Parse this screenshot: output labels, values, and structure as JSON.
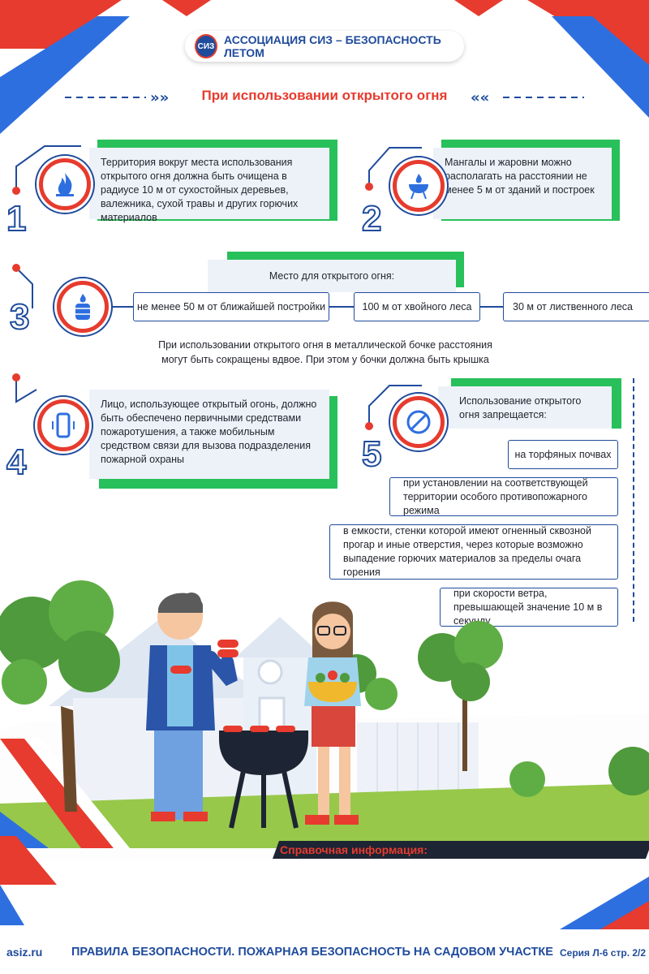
{
  "header": {
    "logo_text": "СИЗ",
    "title": "АССОЦИАЦИЯ СИЗ – БЕЗОПАСНОСТЬ ЛЕТОМ",
    "section_title": "При использовании открытого огня"
  },
  "items": [
    {
      "number": "1",
      "icon": "fire-icon",
      "text": "Территория вокруг места использования открытого огня должна быть очищена в радиусе 10 м от сухостойных деревьев, валежника, сухой травы и других горючих материалов"
    },
    {
      "number": "2",
      "icon": "grill-icon",
      "text": "Мангалы и жаровни можно располагать на расстоянии не менее 5 м от зданий и построек"
    },
    {
      "number": "3",
      "icon": "barrel-fire-icon",
      "text": "Место для открытого огня:"
    },
    {
      "number": "4",
      "icon": "phone-icon",
      "text": "Лицо, использующее открытый огонь, должно быть обеспечено первичными средствами пожаротушения, а также мобильным средством связи для вызова подразделения пожарной охраны"
    },
    {
      "number": "5",
      "icon": "prohibited-icon",
      "text": "Использование открытого огня запрещается:"
    }
  ],
  "distances": [
    "не менее 50 м от ближайшей постройки",
    "100 м от хвойного леса",
    "30 м от лиственного леса"
  ],
  "barrel_note": "При использовании открытого огня в металлической бочке расстояния могут быть сокращены вдвое. При этом у бочки должна быть крышка",
  "prohibitions": [
    "на торфяных почвах",
    "при установлении на соответствующей территории особого противопожарного режима",
    "в емкости, стенки которой имеют огненный сквозной прогар и иные отверстия, через которые возможно выпадение горючих материалов за пределы очага горения",
    "при скорости ветра, превышающей значение 10 м в секунду"
  ],
  "reference": "Справочная информация:",
  "footer": {
    "site": "asiz.ru",
    "title": "ПРАВИЛА БЕЗОПАСНОСТИ. ПОЖАРНАЯ БЕЗОПАСНОСТЬ НА САДОВОМ УЧАСТКЕ",
    "series": "Серия Л-6 стр. 2/2"
  },
  "colors": {
    "red": "#e63b2e",
    "blue": "#1f4b9c",
    "green": "#28c05a",
    "card_bg": "#edf2f8"
  }
}
